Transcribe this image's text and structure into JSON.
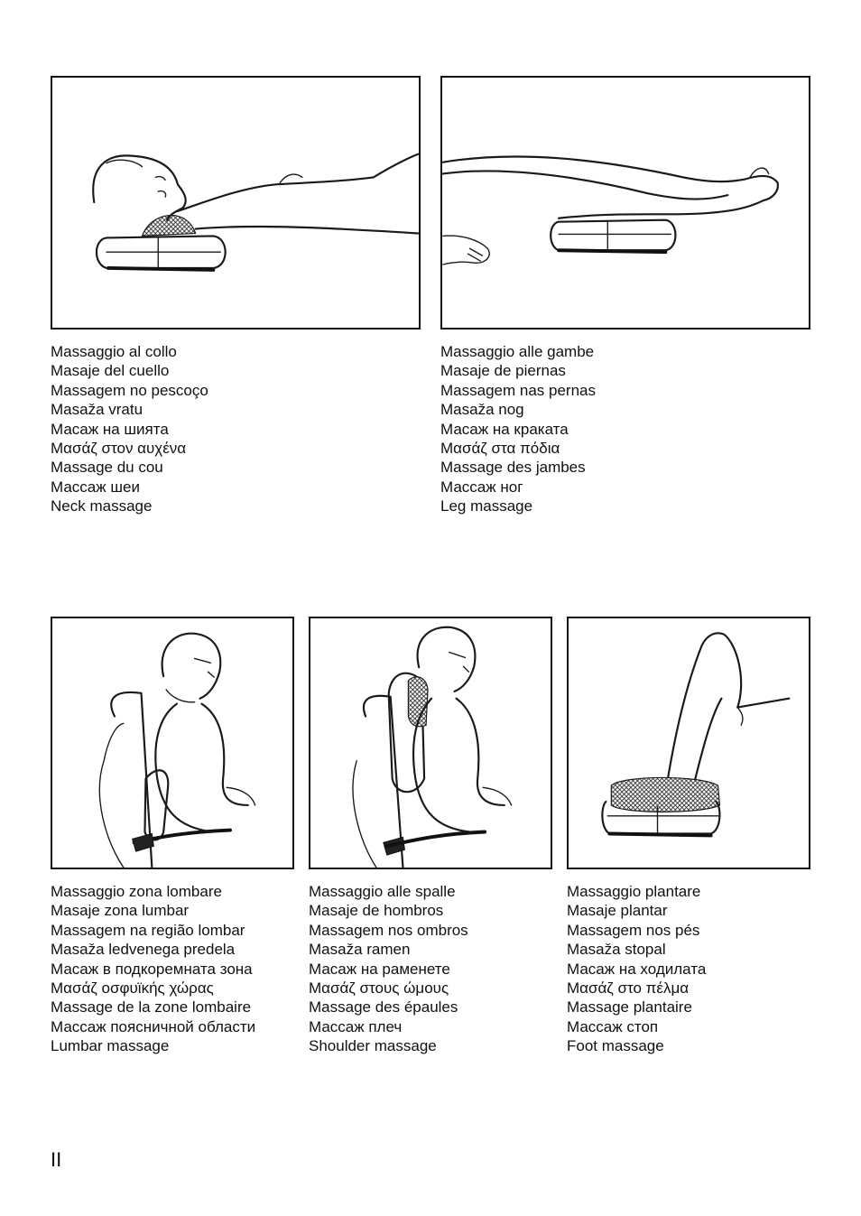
{
  "sections": [
    {
      "id": "neck",
      "illustration_icon": "neck-massage-illustration-icon",
      "labels": [
        "Massaggio al collo",
        "Masaje del cuello",
        "Massagem no pescoço",
        "Masaža vratu",
        "Масаж на шията",
        "Μασάζ στον αυχένα",
        "Massage du cou",
        "Массаж шеи",
        "Neck massage"
      ]
    },
    {
      "id": "leg",
      "illustration_icon": "leg-massage-illustration-icon",
      "labels": [
        "Massaggio alle gambe",
        "Masaje de piernas",
        "Massagem nas pernas",
        "Masaža nog",
        "Масаж на краката",
        "Μασάζ στα πόδια",
        "Massage des jambes",
        "Массаж ног",
        "Leg massage"
      ]
    },
    {
      "id": "lumbar",
      "illustration_icon": "lumbar-massage-illustration-icon",
      "labels": [
        "Massaggio zona lombare",
        "Masaje zona lumbar",
        "Massagem na região lombar",
        "Masaža ledvenega predela",
        "Масаж в подкоремната зона",
        "Μασάζ οσφυϊκής χώρας",
        "Massage de la zone lombaire",
        "Массаж поясничной области",
        "Lumbar massage"
      ]
    },
    {
      "id": "shoulder",
      "illustration_icon": "shoulder-massage-illustration-icon",
      "labels": [
        "Massaggio alle spalle",
        "Masaje de hombros",
        "Massagem nos ombros",
        "Masaža ramen",
        "Масаж на раменете",
        "Μασάζ στους ώμους",
        "Massage des épaules",
        "Массаж плеч",
        "Shoulder massage"
      ]
    },
    {
      "id": "foot",
      "illustration_icon": "foot-massage-illustration-icon",
      "labels": [
        "Massaggio plantare",
        "Masaje plantar",
        "Massagem nos pés",
        "Masaža stopal",
        "Масаж на ходилата",
        "Μασάζ στο πέλμα",
        "Massage plantaire",
        "Массаж стоп",
        "Foot massage"
      ]
    }
  ],
  "page_number": "II",
  "colors": {
    "ink": "#111111",
    "paper": "#ffffff"
  }
}
